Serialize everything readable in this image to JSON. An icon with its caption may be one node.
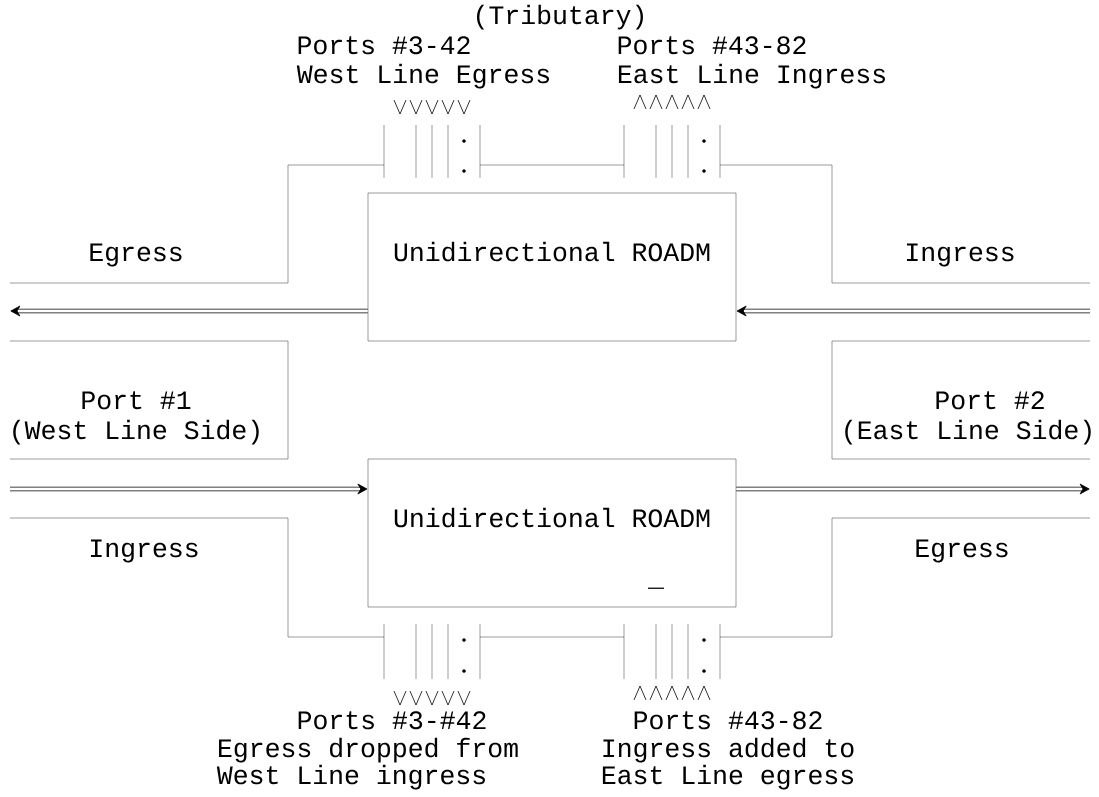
{
  "diagram": {
    "nodes": [
      {
        "text": [],
        "shape": "box"
      },
      {
        "text": [
          "Unidirectional ROADM"
        ],
        "in": 0
      },
      {
        "text": [
          "Unidirectional ROADM"
        ],
        "in": 0
      }
    ],
    "edges": [
      {
        "from": 1,
        "to": null,
        "arrow": "to"
      },
      {
        "from": null,
        "to": 1,
        "arrow": "to"
      },
      {
        "from": null,
        "to": 2,
        "arrow": "to"
      },
      {
        "from": 2,
        "to": null,
        "arrow": "to"
      }
    ],
    "labels": [
      "(Tributary)",
      "Ports #3-42",
      "Ports #43-82",
      "West Line Egress",
      "East Line Ingress",
      "Egress",
      "Ingress",
      "Port #1",
      "Port #2",
      "(West Line Side)",
      "(East Line Side)",
      "Ingress",
      "Egress",
      "_",
      "Ports #3-#42",
      "Ports #43-82",
      "Egress dropped from",
      "Ingress added to",
      "West Line ingress",
      "East Line egress"
    ]
  }
}
